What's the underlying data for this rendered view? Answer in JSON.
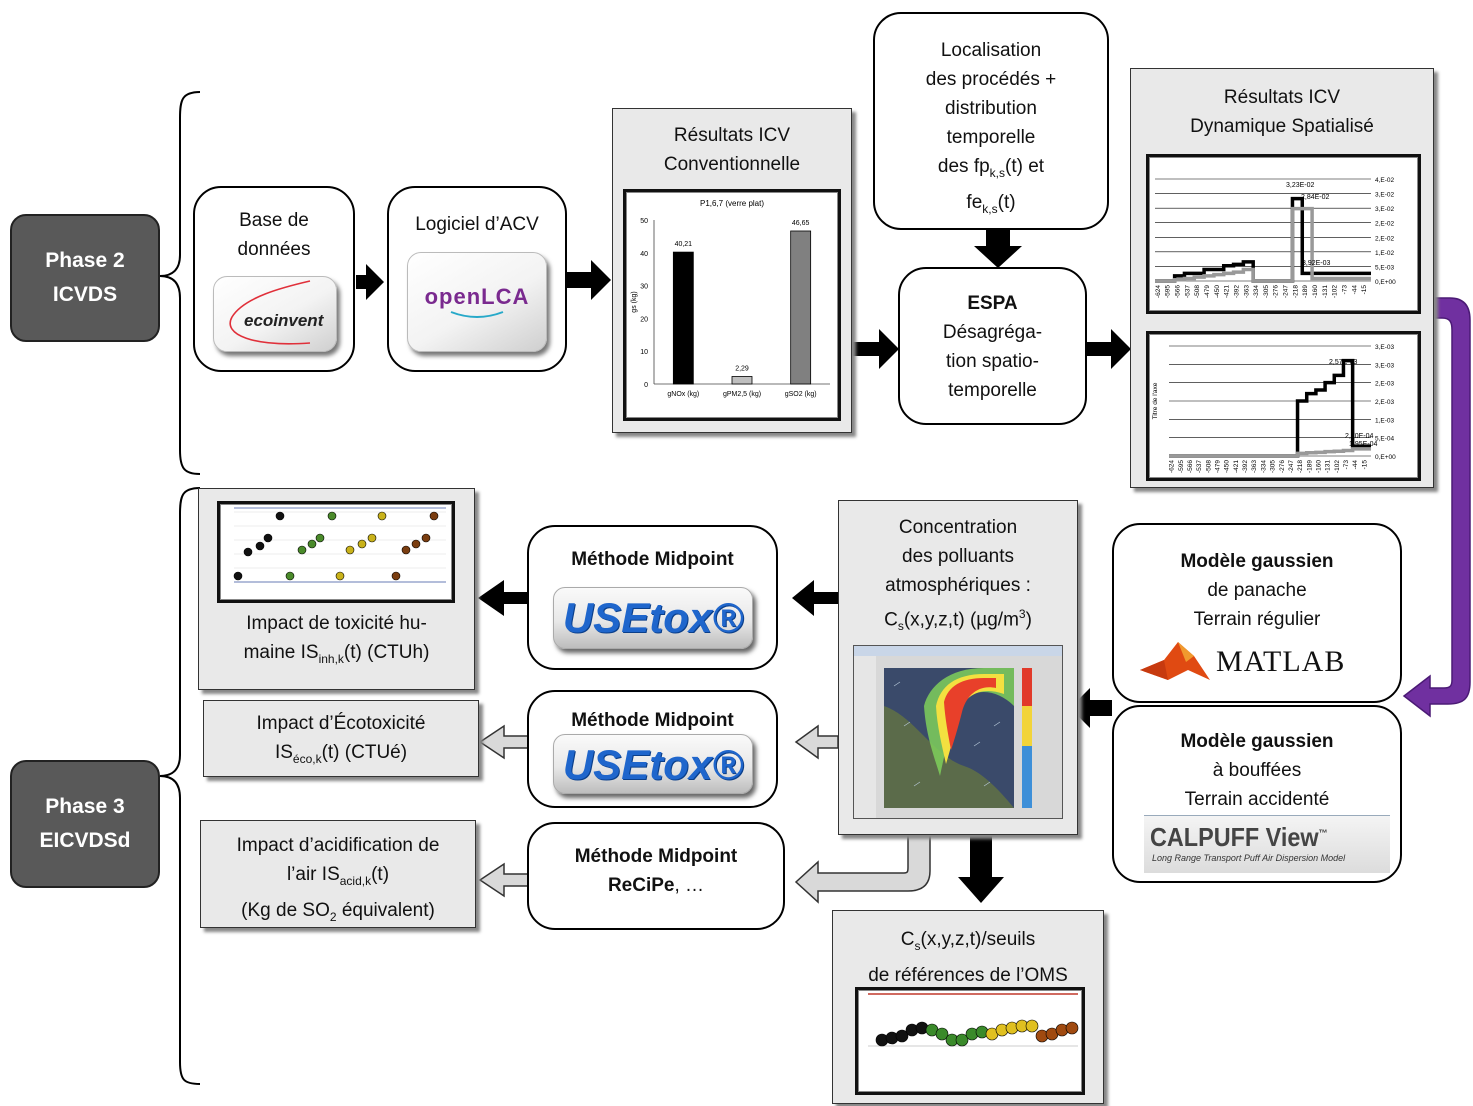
{
  "phase2": {
    "line1": "Phase 2",
    "line2": "ICVDS"
  },
  "phase3": {
    "line1": "Phase 3",
    "line2": "EICVDSd"
  },
  "database": {
    "line1": "Base de",
    "line2": "données",
    "logo_text": "ecoinvent"
  },
  "software": {
    "label": "Logiciel d’ACV",
    "logo_text": "openLCA"
  },
  "icv_conv": {
    "line1": "Résultats ICV",
    "line2": "Conventionnelle",
    "chart_title": "P1,6,7 (verre plat)",
    "ylabel": "gs (kg)"
  },
  "localisation": {
    "l1": "Localisation",
    "l2": "des procédés +",
    "l3": "distribution",
    "l4": "temporelle",
    "l5_pre": "des fp",
    "l5_sub": "k,s",
    "l5_post": "(t) et",
    "l6_pre": "fe",
    "l6_sub": "k,s",
    "l6_post": "(t)"
  },
  "espa": {
    "title": "ESPA",
    "l1": "Désagréga-",
    "l2": "tion spatio-",
    "l3": "temporelle"
  },
  "icv_dyn": {
    "line1": "Résultats ICV",
    "line2": "Dynamique Spatialisé",
    "chart2_ylabel": "Titre de l'axe"
  },
  "gauss1": {
    "title": "Modèle gaussien",
    "l1": "de panache",
    "l2": "Terrain régulier",
    "logo_text": "MATLAB"
  },
  "gauss2": {
    "title": "Modèle gaussien",
    "l1": "à bouffées",
    "l2": "Terrain accidenté",
    "logo_main": "CALPUFF View",
    "logo_tm": "™",
    "logo_sub": "Long Range Transport Puff Air Dispersion Model"
  },
  "concentration": {
    "l1": "Concentration",
    "l2": "des polluants",
    "l3": "atmosphériques :",
    "l4_pre": "C",
    "l4_sub": "s",
    "l4_mid": "(x,y,z,t) (µg/m",
    "l4_sup": "3",
    "l4_post": ")"
  },
  "midpoint1": {
    "title": "Méthode Midpoint",
    "logo_text": "USEtox®"
  },
  "midpoint2": {
    "title": "Méthode Midpoint",
    "logo_text": "USEtox®"
  },
  "midpoint3": {
    "title": "Méthode Midpoint",
    "method": "ReCiPe",
    "rest": ", …"
  },
  "tox": {
    "l1": "Impact de toxicité hu-",
    "l2_pre": "maine IS",
    "l2_sub": "inh,k",
    "l2_post": "(t) (CTUh)"
  },
  "ecotox": {
    "l1": "Impact d’Écotoxicité",
    "l2_pre": "IS",
    "l2_sub": "éco,k",
    "l2_post": "(t) (CTUé)"
  },
  "acid": {
    "l1": "Impact d’acidification de",
    "l2_pre": "l’air IS",
    "l2_sub": "acid,k",
    "l2_post": "(t)",
    "l3_pre": "(Kg de SO",
    "l3_sub": "2",
    "l3_post": " équivalent)"
  },
  "oms": {
    "l1_pre": "C",
    "l1_sub": "s",
    "l1_post": "(x,y,z,t)/seuils",
    "l2": "de références de l’OMS"
  },
  "colors": {
    "phase_bg": "#595959",
    "purple_arrow": "#7030a0",
    "chart_gray": "#888888",
    "hollow_arrow": "#d9d9d9"
  },
  "chart_data": [
    {
      "type": "bar",
      "title": "P1,6,7 (verre plat)",
      "categories": [
        "gNOx (kg)",
        "gPM2,5 (kg)",
        "gSO2 (kg)"
      ],
      "values": [
        40.21,
        2.29,
        46.65
      ],
      "value_labels": [
        "40,21",
        "2,29",
        "46,65"
      ],
      "ylim": [
        0,
        50
      ],
      "yticks": [
        "0",
        "10",
        "20",
        "30",
        "40",
        "50"
      ],
      "ylabel": "gs (kg)",
      "bar_colors": [
        "#000000",
        "#bfbfbf",
        "#808080"
      ]
    },
    {
      "type": "line",
      "x_ticks": [
        "-624",
        "-595",
        "-566",
        "-537",
        "-508",
        "-479",
        "-450",
        "-421",
        "-392",
        "-363",
        "-334",
        "-305",
        "-276",
        "-247",
        "-218",
        "-189",
        "-160",
        "-131",
        "-102",
        "-73",
        "-44",
        "-15"
      ],
      "y_ticks": [
        "0,E+00",
        "5,E-03",
        "1,E-02",
        "2,E-02",
        "2,E-02",
        "3,E-02",
        "3,E-02",
        "4,E-02"
      ],
      "ylim": [
        0,
        0.04
      ],
      "annotations": [
        "3,23E-02",
        "2,84E-02",
        "3,92E-03"
      ],
      "series": [
        {
          "color": "#000000",
          "values": [
            0,
            0,
            0.002,
            0.003,
            0.003,
            0.0045,
            0.0045,
            0.006,
            0.0065,
            0.0075,
            0,
            0,
            0,
            0,
            0.0323,
            0.003,
            0.003,
            0.003,
            0.003,
            0.003,
            0.003,
            0.003
          ]
        },
        {
          "color": "#999999",
          "values": [
            0,
            0,
            0.0005,
            0.001,
            0.0015,
            0.002,
            0.0025,
            0.003,
            0.0035,
            0.0045,
            0,
            0,
            0,
            0,
            0.0284,
            0.0284,
            0.001,
            0.001,
            0.001,
            0.001,
            0.001,
            0.001
          ]
        }
      ]
    },
    {
      "type": "line",
      "x_ticks": [
        "-624",
        "-595",
        "-566",
        "-537",
        "-508",
        "-479",
        "-450",
        "-421",
        "-392",
        "-363",
        "-334",
        "-305",
        "-276",
        "-247",
        "-218",
        "-189",
        "-160",
        "-131",
        "-102",
        "-73",
        "-44",
        "-15"
      ],
      "y_ticks": [
        "0,E+00",
        "5,E-04",
        "1,E-03",
        "2,E-03",
        "2,E-03",
        "3,E-03",
        "3,E-03"
      ],
      "ylim": [
        0,
        0.003
      ],
      "ylabel": "Titre de l'axe",
      "annotations": [
        "2,57E-03",
        "2,70E-04",
        "1,95E-04"
      ],
      "series": [
        {
          "color": "#000000",
          "values": [
            0,
            0,
            0,
            0,
            0,
            0,
            0,
            0,
            0,
            0,
            0,
            0,
            0,
            0,
            0.0015,
            0.0017,
            0.0018,
            0.002,
            0.0022,
            0.0026,
            0.00027,
            0.00027
          ]
        },
        {
          "color": "#999999",
          "values": [
            0,
            0,
            0,
            0,
            0,
            0,
            0,
            0,
            0,
            0,
            0,
            0,
            0,
            0,
            7e-05,
            9e-05,
            0.0001,
            0.00012,
            0.00013,
            0.00015,
            0.000195,
            0.000195
          ]
        }
      ]
    }
  ]
}
